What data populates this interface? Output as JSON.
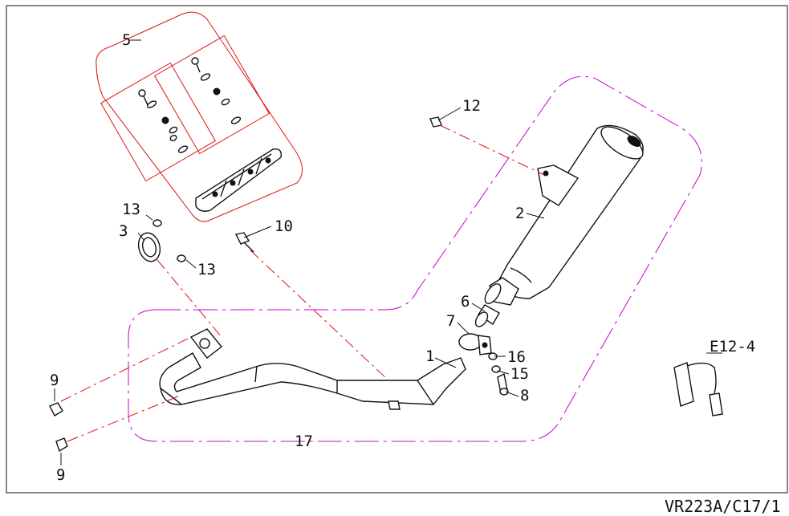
{
  "drawing_code": "VR223A/C17/1",
  "callouts": {
    "p1": "1",
    "p2": "2",
    "p3": "3",
    "p5": "5",
    "p6": "6",
    "p7": "7",
    "p8": "8",
    "p9a": "9",
    "p9b": "9",
    "p10": "10",
    "p12": "12",
    "p13a": "13",
    "p13b": "13",
    "p15": "15",
    "p16": "16",
    "p17": "17",
    "sensor": "E12-4"
  },
  "colors": {
    "line_ink": "#111111",
    "red_leader": "#dd1111",
    "magenta_group": "#cc00cc"
  }
}
